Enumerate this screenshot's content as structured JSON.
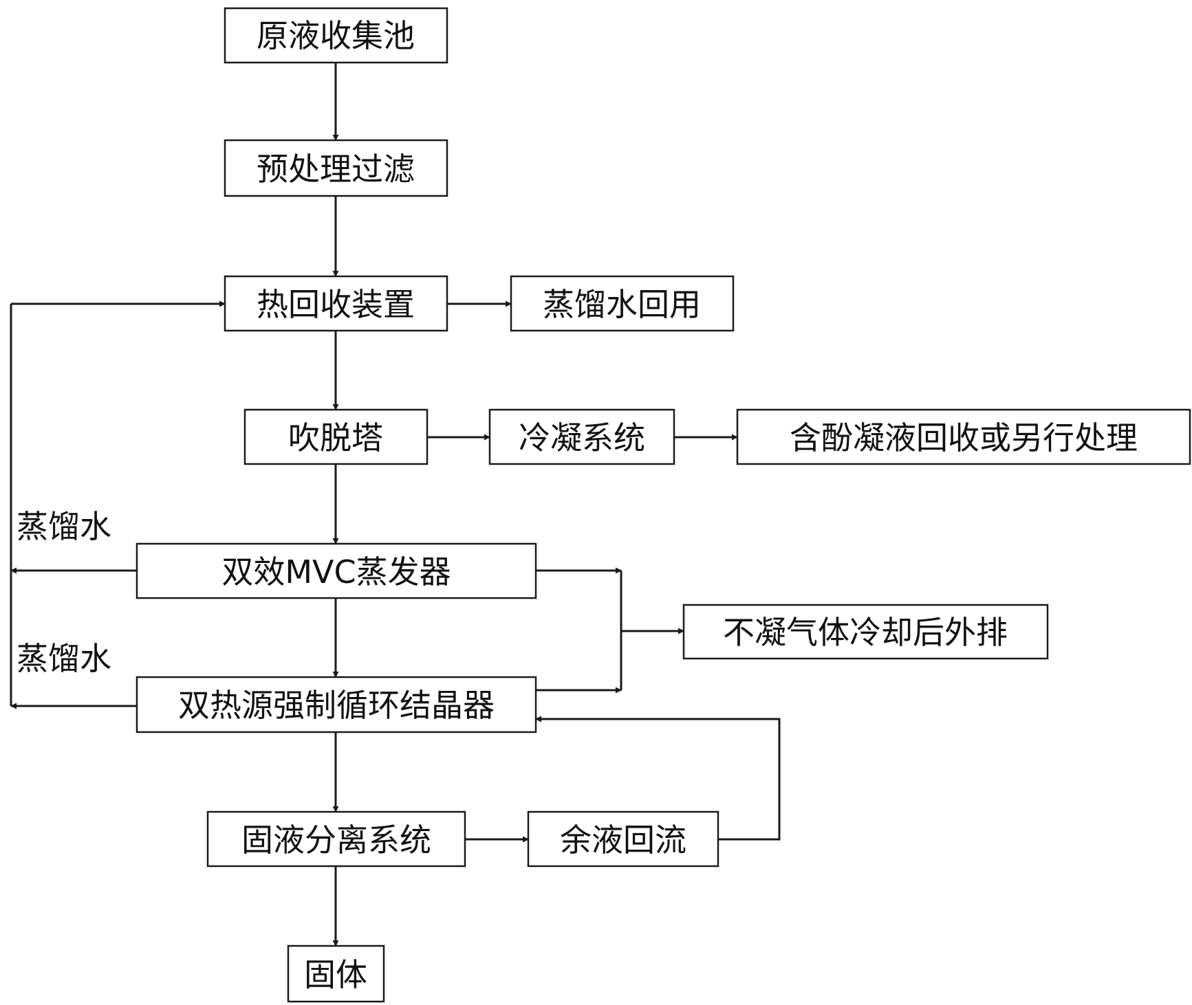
{
  "nodes": {
    "raw_liquid_tank": "原液收集池",
    "pretreatment_filter": "预处理过滤",
    "heat_recovery": "热回收装置",
    "distilled_water_reuse": "蒸馏水回用",
    "stripping_tower": "吹脱塔",
    "condensing_system": "冷凝系统",
    "phenol_condensate": "含酚凝液回收或另行处理",
    "mvc_evaporator": "双效MVC蒸发器",
    "noncondensable_gas": "不凝气体冷却后外排",
    "crystallizer": "双热源强制循环结晶器",
    "solid_liquid_separation": "固液分离系统",
    "residual_reflux": "余液回流",
    "solid": "固体"
  },
  "labels": {
    "distilled_water_1": "蒸馏水",
    "distilled_water_2": "蒸馏水"
  }
}
